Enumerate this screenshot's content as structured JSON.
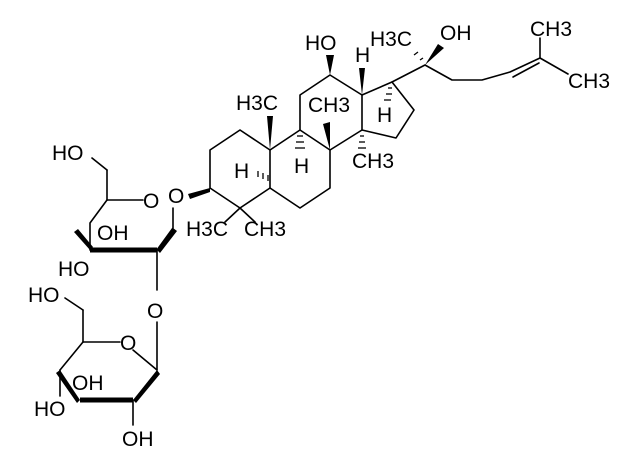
{
  "diagram": {
    "type": "chemical-structure",
    "compound_class": "ginsenoside (dammarane triterpene glycoside)",
    "labels": {
      "oh_c12": "HO",
      "h3c_c20": "H3C",
      "oh_c20": "OH",
      "ch3_top": "CH3",
      "ch3_right": "CH3",
      "h_c13": "H",
      "h_c17": "H",
      "ch3_c19": "H3C",
      "ch3_c8": "CH3",
      "h_c9": "H",
      "h_c5": "H",
      "ch3_c14": "CH3",
      "ch3_c4a": "H3C",
      "ch3_c4b": "CH3",
      "o_c3": "O",
      "sugar1_ring_o": "O",
      "sugar1_ch2oh": "HO",
      "sugar1_oh3": "OH",
      "sugar1_oh4": "HO",
      "glyco_link_o": "O",
      "sugar2_ch2oh": "HO",
      "sugar2_ring_o": "O",
      "sugar2_oh3": "OH",
      "sugar2_oh4": "HO",
      "sugar2_oh2": "OH"
    }
  }
}
